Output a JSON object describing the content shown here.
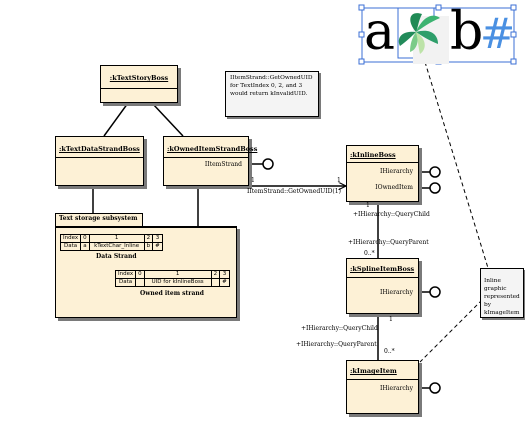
{
  "boxes": {
    "text_story_boss": {
      "title": ":kTextStoryBoss"
    },
    "text_data_strand_boss": {
      "title": ":kTextDataStrandBoss"
    },
    "owned_item_strand_boss": {
      "title": ":kOwnedItemStrandBoss",
      "interface": "IItemStrand"
    },
    "inline_boss": {
      "title": ":kInlineBoss",
      "interfaces": [
        "IHierarchy",
        "IOwnedItem"
      ]
    },
    "spline_item_boss": {
      "title": ":kSplineItemBoss",
      "interface": "IHierarchy"
    },
    "image_item": {
      "title": ":kImageItem",
      "interface": "IHierarchy"
    }
  },
  "subsystem": {
    "title": "Text storage subsystem",
    "data_strand": {
      "index_row": [
        "Index",
        "0",
        "1",
        "2",
        "3"
      ],
      "data_row": [
        "Data",
        "a",
        "kTextChar_Inline",
        "b",
        "#"
      ],
      "label": "Data Strand"
    },
    "owned_item_strand": {
      "index_row": [
        "Index",
        "0",
        "1",
        "2",
        "3"
      ],
      "data_row": [
        "Data",
        "",
        "UID for kInlineBoss",
        "",
        "#"
      ],
      "label": "Owned item strand"
    }
  },
  "notes": {
    "get_owned_uid": "IItemStrand::GetOwnedUID for TextIndex 0, 2, and 3 would return kInvalidUID.",
    "inline_graphic": "Inline graphic represented by kImageItem"
  },
  "connectors": {
    "get_owned_uid_call": "IItemStrand::GetOwnedUID(1)",
    "mult_1a": "1",
    "mult_1b": "1",
    "mult_1c": "1",
    "mult_0n_a": "0..*",
    "mult_1d": "1",
    "mult_0n_b": "0..*",
    "query_child_1": "+IHierarchy::QueryChild",
    "query_parent_1": "+IHierarchy::QueryParent",
    "query_child_2": "+IHierarchy::QueryChild",
    "query_parent_2": "+IHierarchy::QueryParent"
  },
  "graphic": {
    "letter_a": "a",
    "letter_b": "b",
    "hash": "#"
  },
  "colors": {
    "box_fill": "#fdf1d6",
    "note_fill": "#f4f4f4",
    "hash_blue": "#4a90e2",
    "selection_blue": "#3b6fd6"
  }
}
